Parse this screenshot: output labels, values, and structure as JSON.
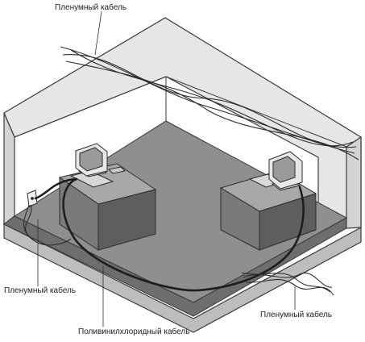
{
  "labels": {
    "plenum_top": "Пленумный кабель",
    "plenum_left": "Пленумный кабель",
    "pvc": "Поливинилхлоридный кабель",
    "plenum_right": "Пленумный кабель"
  },
  "colors": {
    "line": "#3a3a3a",
    "floor": "#8f8f8f",
    "floor_dark": "#6e6e6e",
    "wall_light": "#e6e6e6",
    "wall_mid": "#bdbdbd",
    "box_top": "#a8a8a8",
    "box_front": "#7a7a7a",
    "box_side": "#5e5e5e"
  }
}
